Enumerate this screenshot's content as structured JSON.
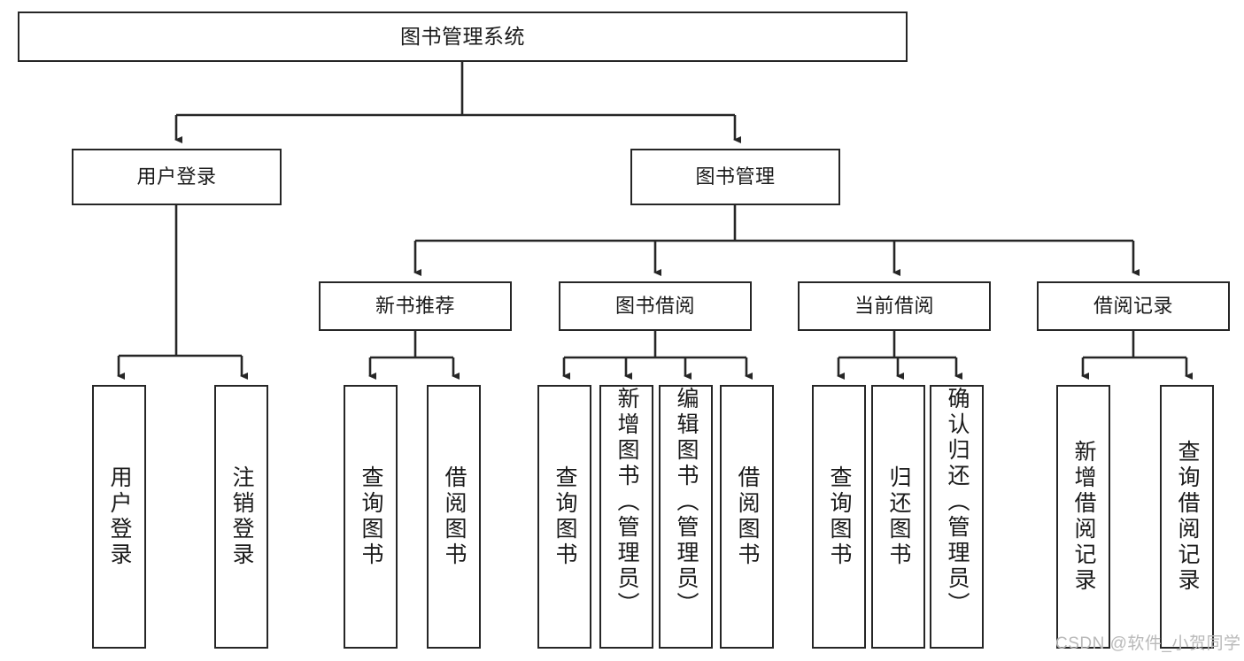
{
  "diagram": {
    "title": "图书管理系统",
    "type": "tree",
    "watermark": "CSDN @软件_小贺同学",
    "colors": {
      "box_border": "#262626",
      "box_fill": "#ffffff",
      "connector": "#262626",
      "text": "#1a1a1a",
      "watermark": "#b9b9b9"
    },
    "nodes": {
      "root": {
        "label": "图书管理系统"
      },
      "level2": [
        {
          "id": "user-login",
          "label": "用户登录"
        },
        {
          "id": "book-manage",
          "label": "图书管理"
        }
      ],
      "level3": [
        {
          "id": "new-book-recommend",
          "label": "新书推荐"
        },
        {
          "id": "book-borrow",
          "label": "图书借阅"
        },
        {
          "id": "current-borrow",
          "label": "当前借阅"
        },
        {
          "id": "borrow-record",
          "label": "借阅记录"
        }
      ],
      "leaves": {
        "user-login": [
          {
            "id": "leaf-user-login",
            "label": "用户登录"
          },
          {
            "id": "leaf-user-logout",
            "label": "注销登录"
          }
        ],
        "new-book-recommend": [
          {
            "id": "leaf-query-book-1",
            "label": "查询图书"
          },
          {
            "id": "leaf-borrow-book-1",
            "label": "借阅图书"
          }
        ],
        "book-borrow": [
          {
            "id": "leaf-query-book-2",
            "label": "查询图书"
          },
          {
            "id": "leaf-add-book",
            "label": "新增图书（管理员）"
          },
          {
            "id": "leaf-edit-book",
            "label": "编辑图书（管理员）"
          },
          {
            "id": "leaf-borrow-book-2",
            "label": "借阅图书"
          }
        ],
        "current-borrow": [
          {
            "id": "leaf-query-book-3",
            "label": "查询图书"
          },
          {
            "id": "leaf-return-book",
            "label": "归还图书"
          },
          {
            "id": "leaf-confirm-return",
            "label": "确认归还（管理员）"
          }
        ],
        "borrow-record": [
          {
            "id": "leaf-add-record",
            "label": "新增借阅记录"
          },
          {
            "id": "leaf-query-record",
            "label": "查询借阅记录"
          }
        ]
      }
    }
  }
}
